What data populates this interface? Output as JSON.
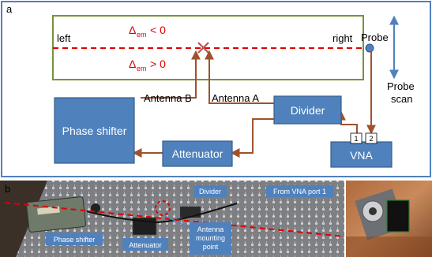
{
  "panel_a": {
    "letter": "a",
    "left_label": "left",
    "right_label": "right",
    "delta_upper": {
      "symbol": "Δ",
      "sub": "em",
      "rel": "< 0"
    },
    "delta_lower": {
      "symbol": "Δ",
      "sub": "em",
      "rel": "> 0"
    },
    "antenna_b": "Antenna B",
    "antenna_a": "Antenna A",
    "probe_label": "Probe",
    "probe_scan_line1": "Probe",
    "probe_scan_line2": "scan",
    "boxes": {
      "phase_shifter": "Phase shifter",
      "divider": "Divider",
      "attenuator": "Attenuator",
      "vna": "VNA",
      "port1": "1",
      "port2": "2"
    }
  },
  "panel_b": {
    "letter": "b",
    "labels": {
      "divider": "Divider",
      "from_vna": "From VNA port 1",
      "phase_shifter": "Phase shifter",
      "attenuator": "Attenuator",
      "mounting_line1": "Antenna",
      "mounting_line2": "mounting",
      "mounting_line3": "point"
    }
  },
  "colors": {
    "box_blue": "#4f81bd",
    "box_border": "#385d8a",
    "wire_brown": "#a0522d",
    "dashed_red": "#e00000",
    "frame_green": "#77933c",
    "probe_arrow": "#4f81bd",
    "delta_red": "#e00000"
  }
}
